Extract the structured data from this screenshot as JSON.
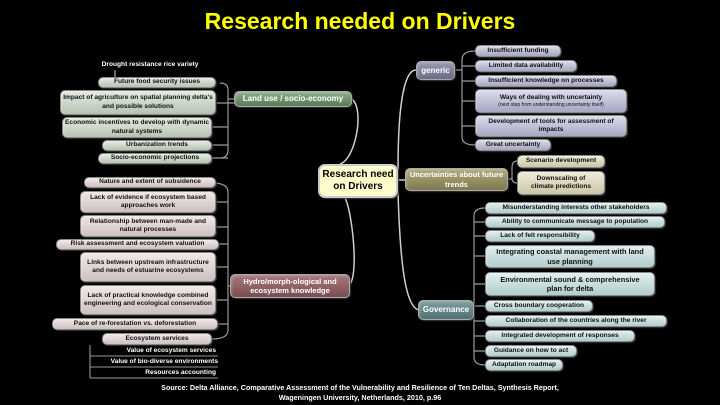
{
  "title": "Research needed on Drivers",
  "center": "Research need on Drivers",
  "land_use": {
    "label": "Land use / socio-economy",
    "top_item": "Drought resistance rice variety",
    "items": [
      "Future food security issues",
      "Impact of agriculture on spatial planning delta's and possible solutions",
      "Economic incentives to develop with dynamic natural systems",
      "Urbanization trends",
      "Socio-economic projections"
    ]
  },
  "hydro": {
    "label": "Hydro/morph-ological and ecosystem knowledge",
    "items": [
      "Nature and extent of subsidence",
      "Lack of evidence if ecosystem based approaches work",
      "Relationship between man-made and natural processes",
      "Risk assessment and ecosystem valuation",
      "Links between upstream infrastructure and needs of estuarine ecosystems",
      "Lack of practical knowledge combined engineering and ecological conservation",
      "Pace of re-forestation vs. deforestation",
      "Ecosystem services"
    ],
    "sub_items": [
      "Value of ecosystem services",
      "Value of bio-diverse environments",
      "Resources accounting"
    ]
  },
  "generic": {
    "label": "generic",
    "items": [
      "Insufficient funding",
      "Limited data availability",
      "Insufficient knowledge on processes",
      "Ways of dealing with uncertainty",
      "Development of tools for assessment of impacts",
      "Great uncertainty"
    ],
    "uncertainty_note": "(next step from understanding uncertainty itself)"
  },
  "uncertainties": {
    "label": "Uncertainties about future trends",
    "items": [
      "Scenario development",
      "Downscaling of climate predictions"
    ]
  },
  "governance": {
    "label": "Governance",
    "items": [
      "Misunderstanding interests other stakeholders",
      "Ability to communicate message to population",
      "Lack of felt responsibility",
      "Integrating coastal management with land use planning",
      "Environmental sound & comprehensive plan for delta",
      "Cross boundary cooperation",
      "Collaboration of the countries along the river",
      "Integrated development of responses",
      "Guidance on how to act",
      "Adaptation roadmap"
    ]
  },
  "source": {
    "line1": "Source: Delta Alliance, Comparative Assessment of the Vulnerability and Resilience of Ten Deltas, Synthesis Report,",
    "line2": "Wageningen University, Netherlands, 2010, p.96"
  }
}
